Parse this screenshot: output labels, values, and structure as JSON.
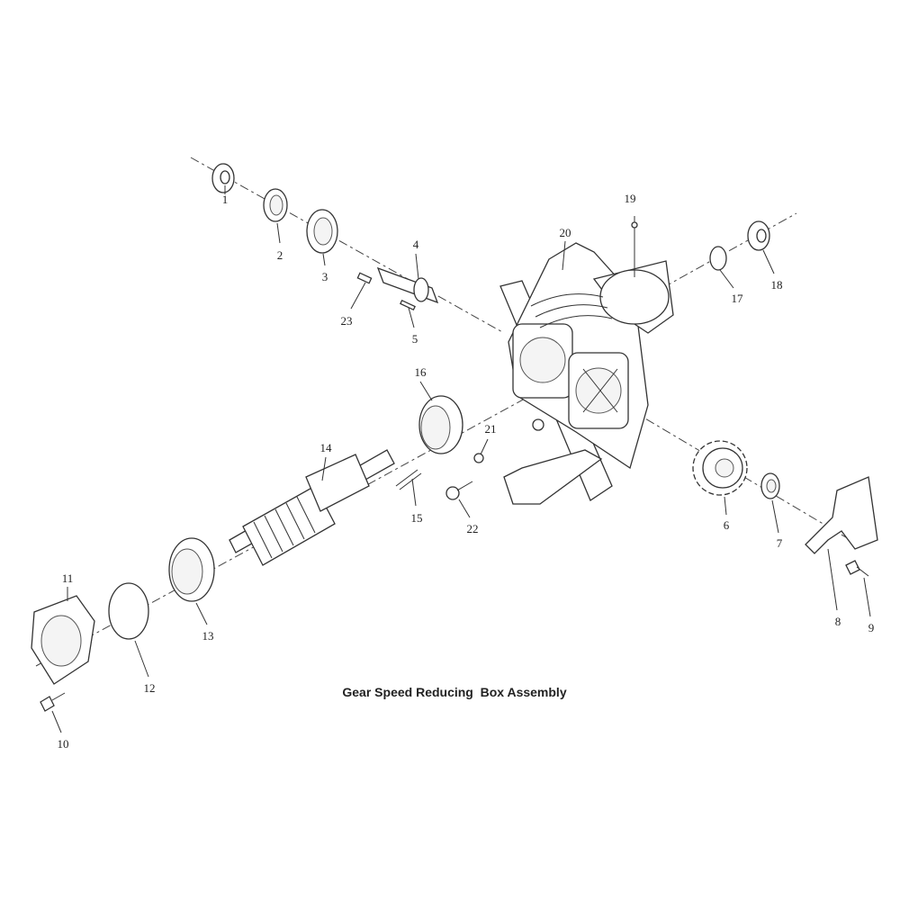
{
  "title": "Gear Speed Reducing  Box Assembly",
  "part_labels": [
    "1",
    "2",
    "3",
    "4",
    "5",
    "6",
    "7",
    "8",
    "9",
    "10",
    "11",
    "12",
    "13",
    "14",
    "15",
    "16",
    "17",
    "18",
    "19",
    "20",
    "21",
    "22",
    "23"
  ]
}
